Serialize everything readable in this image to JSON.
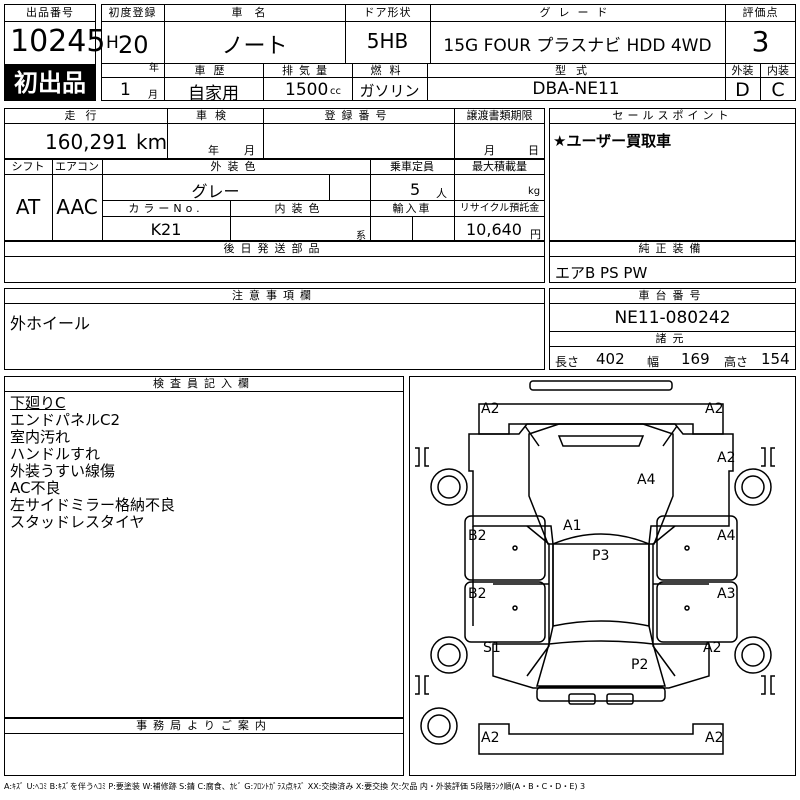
{
  "header": {
    "lot_label": "出品番号",
    "lot_no": "10245",
    "first_listing": "初出品",
    "reg_label": "初度登録",
    "era": "H",
    "year": "20",
    "year_unit": "年",
    "month": "1",
    "month_unit": "月",
    "car_name_label": "車名",
    "car_name": "ノート",
    "door_label": "ドア形状",
    "door": "5HB",
    "grade_label": "グレード",
    "grade": "15G FOUR プラスナビ HDD 4WD",
    "score_label": "評価点",
    "score": "3",
    "ext_label": "外装",
    "ext": "D",
    "int_label": "内装",
    "int": "C",
    "history_label": "車歴",
    "history": "自家用",
    "disp_label": "排気量",
    "disp": "1500",
    "disp_unit": "cc",
    "fuel_label": "燃料",
    "fuel": "ガソリン",
    "model_label": "型式",
    "model": "DBA-NE11"
  },
  "row2": {
    "mileage_label": "走行",
    "mileage": "160,291",
    "mileage_unit": "km",
    "inspection_label": "車検",
    "insp_year": "年",
    "insp_month": "月",
    "regno_label": "登録番号",
    "transfer_label": "譲渡書類期限",
    "transfer_month": "月",
    "transfer_day": "日",
    "sales_label": "セールスポイント",
    "sales_text": "★ユーザー買取車"
  },
  "row3": {
    "shift_label": "シフト",
    "shift": "AT",
    "ac_label": "エアコン",
    "ac": "AAC",
    "color_label": "外装色",
    "color": "グレー",
    "seats_label": "乗車定員",
    "seats": "5",
    "seats_unit": "人",
    "load_label": "最大積載量",
    "load_unit": "kg",
    "colorno_label": "カラーNo.",
    "colorno": "K21",
    "intcolor_label": "内装色",
    "intcolor_unit": "系",
    "import_label": "輸入車",
    "recycle_label": "リサイクル預託金",
    "recycle": "10,640",
    "recycle_unit": "円"
  },
  "later_parts_label": "後日発送部品",
  "equip_label": "純正装備",
  "equip": "エアB PS PW",
  "caution_label": "注意事項欄",
  "caution": "外ホイール",
  "chassis_label": "車台番号",
  "chassis": "NE11-080242",
  "spec_label": "諸元",
  "len_label": "長さ",
  "len": "402",
  "wid_label": "幅",
  "wid": "169",
  "hei_label": "高さ",
  "hei": "154",
  "inspector_label": "検査員記入欄",
  "inspector_notes": [
    "下廻りC",
    "エンドパネルC2",
    "室内汚れ",
    "ハンドルすれ",
    "外装うすい線傷",
    "AC不良",
    "左サイドミラー格納不良",
    "スタッドレスタイヤ"
  ],
  "office_label": "事務局よりご案内",
  "diagram_marks": [
    "A2",
    "A2",
    "A2",
    "A4",
    "A1",
    "B2",
    "A4",
    "P3",
    "B2",
    "A3",
    "S1",
    "A2",
    "P2",
    "A2",
    "A2"
  ],
  "legend": "A:ｷｽﾞ U:ﾍｺﾐ B:ｷｽﾞを伴うﾍｺﾐ P:要塗装 W:補修跡 S:錆 C:腐食、ｶﾋﾞ G:ﾌﾛﾝﾄｶﾞﾗｽ点ｷｽﾞ XX:交換済み X:要交換 欠:欠品 内・外装評価 5段階ﾗﾝｸ順(A・B・C・D・E) 3"
}
